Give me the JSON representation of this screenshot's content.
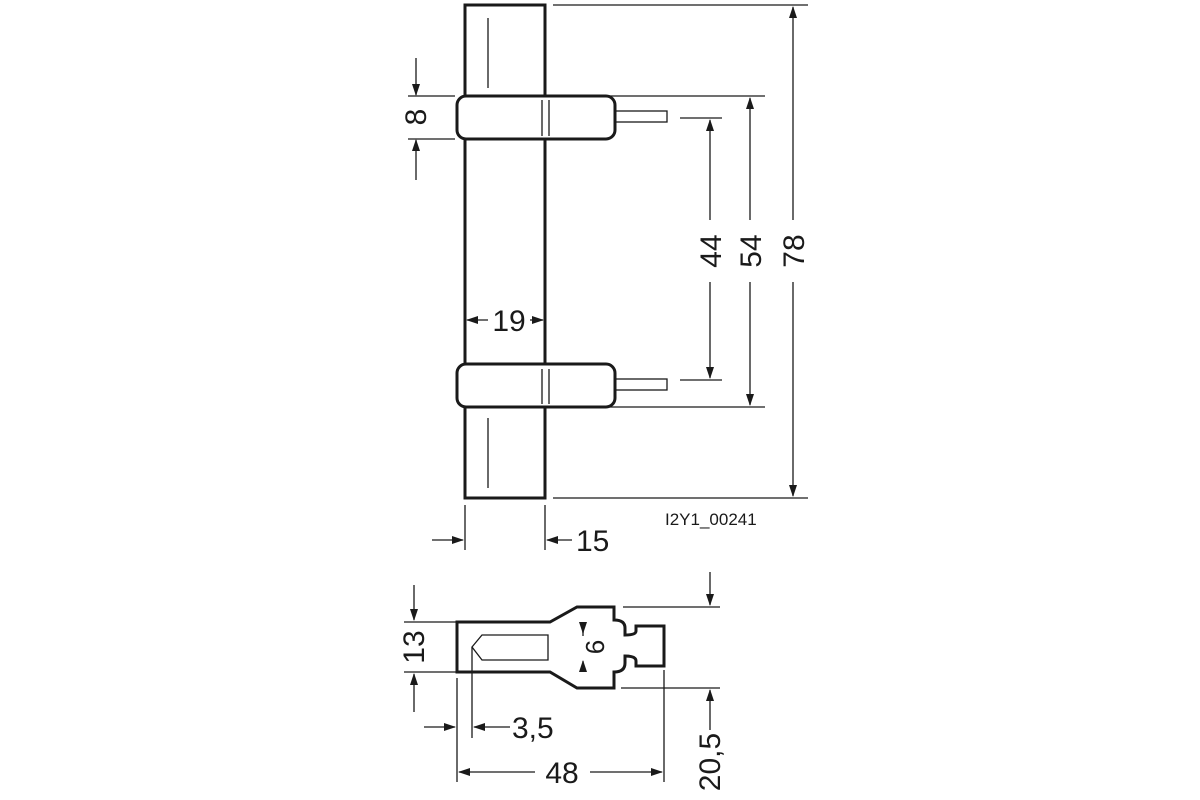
{
  "drawing_code": "I2Y1_00241",
  "dimensions": {
    "clip_height": "8",
    "tube_width": "19",
    "inner_span": "44",
    "clip_span": "54",
    "total_height": "78",
    "tube_depth": "15",
    "foot_height": "13",
    "slot_width": "6",
    "slot_offset": "3,5",
    "foot_length": "48",
    "foot_offset": "20,5"
  }
}
